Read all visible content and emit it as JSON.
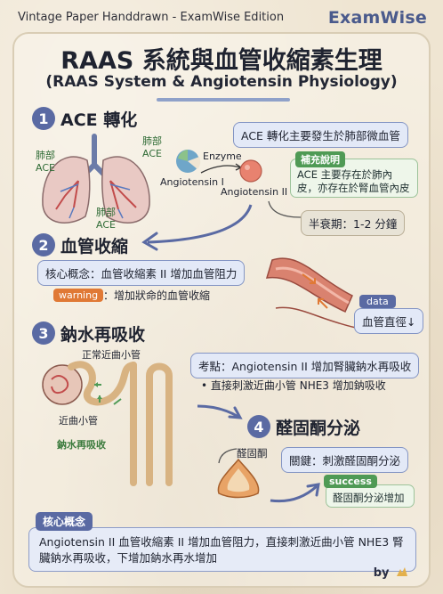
{
  "header": {
    "edition": "Vintage Paper Handdrawn - ExamWise Edition",
    "brand": "ExamWise"
  },
  "title": "RAAS 系統與血管收縮素生理",
  "subtitle": "(RAAS System & Angiotensin Physiology)",
  "section1": {
    "number": "1",
    "title": "ACE 轉化",
    "lung_labels": [
      "肺部\nACE",
      "肺部\nACE",
      "肺部\nACE"
    ],
    "enzyme_label": "Enzyme",
    "ang1_label": "Angiotensin I",
    "ang2_label": "Angiotensin II",
    "box": "ACE 轉化主要發生於肺部微血管",
    "note_tag": "補充說明",
    "note_text": "ACE 主要存在於肺內皮，亦存在於腎血管內皮",
    "half_life": "半衰期：1-2 分鐘"
  },
  "section2": {
    "number": "2",
    "title": "血管收縮",
    "core": "核心概念：血管收縮素 II 增加血管阻力",
    "warning_tag": "warning",
    "warning_text": "：增加狀命的血管收縮",
    "data_tag": "data",
    "data_text": "血管直徑↓"
  },
  "section3": {
    "number": "3",
    "title": "鈉水再吸收",
    "pct_label": "正常近曲小管",
    "tubule_label": "近曲小管",
    "reabsorb_label": "鈉水再吸收",
    "key": "考點：Angiotensin II 增加腎臟鈉水再吸收",
    "bullet": "直接刺激近曲小管 NHE3 增加鈉吸收"
  },
  "section4": {
    "number": "4",
    "title": "醛固酮分泌",
    "gland_label": "醛固酮",
    "key": "關鍵：刺激醛固酮分泌",
    "success_tag": "success",
    "success_text": "醛固酮分泌增加"
  },
  "core_concept": {
    "tag": "核心概念",
    "text": "Angiotensin II 血管收縮素 II 增加血管阻力，直接刺激近曲小管 NHE3 腎臟鈉水再吸收，下增加鈉水再水增加"
  },
  "footer": {
    "by": "by"
  },
  "colors": {
    "accent": "#5a6aa3",
    "warning": "#e07935",
    "success": "#4f9a55",
    "paper": "#efe5d2"
  }
}
